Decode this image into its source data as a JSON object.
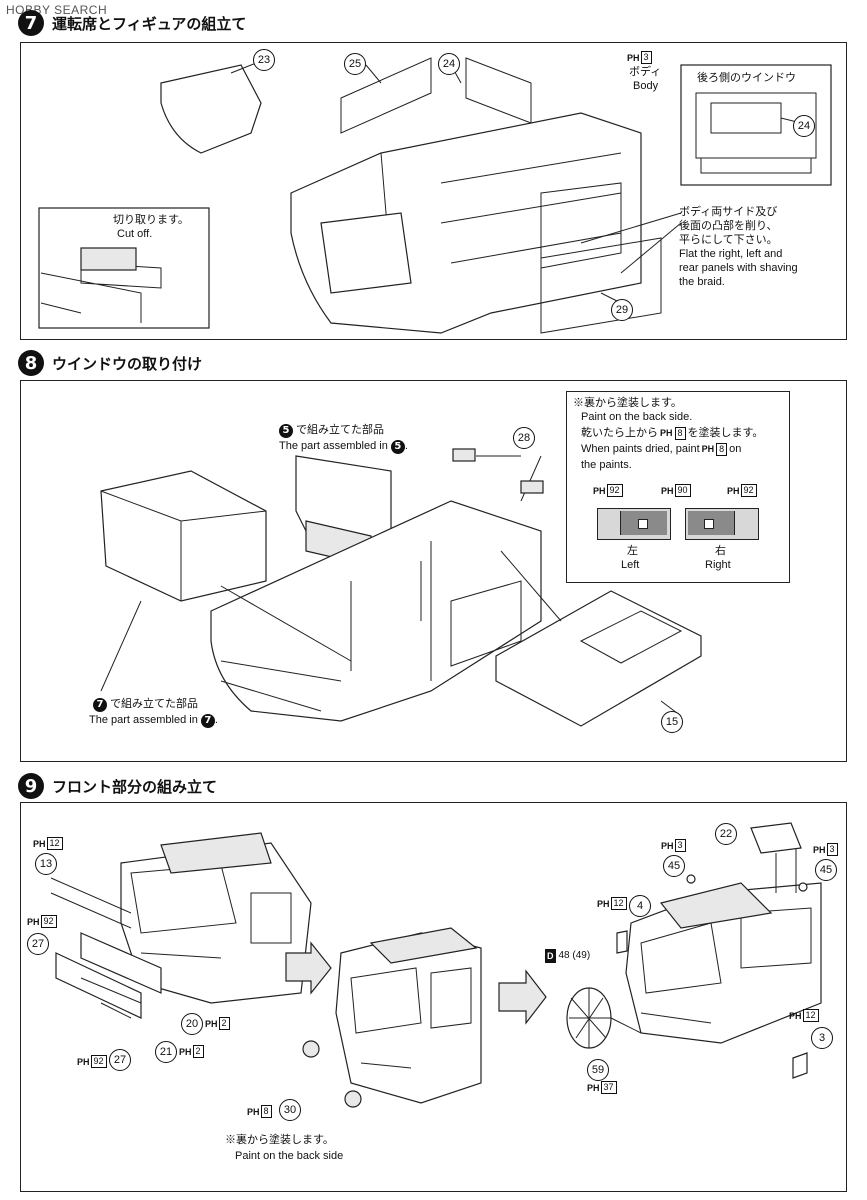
{
  "watermark": "HOBBY SEARCH",
  "step7": {
    "number": "7",
    "title": "運転席とフィギュアの組立て",
    "callouts": [
      "23",
      "25",
      "24",
      "29"
    ],
    "paint_body_code": "3",
    "body_label_ja": "ボディ",
    "body_label_en": "Body",
    "cut_note_ja": "切り取ります。",
    "cut_note_en": "Cut off.",
    "rear_window_label": "後ろ側のウインドウ",
    "rear_window_callout": "24",
    "flat_note_ja": [
      "ボディ両サイド及び",
      "後面の凸部を削り、",
      "平らにして下さい。"
    ],
    "flat_note_en": [
      "Flat the right, left and",
      "rear panels with shaving",
      "the braid."
    ]
  },
  "step8": {
    "number": "8",
    "title": "ウインドウの取り付け",
    "ref5_ja_pre": "5",
    "ref5_ja": "で組み立てた部品",
    "ref5_en": "The part assembled in",
    "ref5_en_num": "5",
    "ref7_ja_pre": "7",
    "ref7_ja": "で組み立てた部品",
    "ref7_en": "The part assembled in",
    "ref7_en_num": "7",
    "callouts": [
      "28",
      "15"
    ],
    "paint_box": {
      "line1": "※裏から塗装します。",
      "line2": "Paint on the back side.",
      "line3_pre": "乾いたら上から",
      "line3_code": "8",
      "line3_post": "を塗装します。",
      "line4_pre": "When paints dried, paint",
      "line4_code": "8",
      "line4_post": "on",
      "line5": "the paints.",
      "codes": [
        "92",
        "90",
        "92"
      ],
      "left_ja": "左",
      "left_en": "Left",
      "right_ja": "右",
      "right_en": "Right"
    }
  },
  "step9": {
    "number": "9",
    "title": "フロント部分の組み立て",
    "left_labels": [
      {
        "ph": "12",
        "part": "13"
      },
      {
        "ph": "92",
        "part": "27"
      },
      {
        "ph": "2",
        "part": "20"
      },
      {
        "ph": "2",
        "part": "21"
      },
      {
        "ph": "92",
        "part": "27"
      }
    ],
    "mid": {
      "ph": "8",
      "part": "30"
    },
    "back_note_ja": "※裏から塗装します。",
    "back_note_en": "Paint on the back side",
    "right_labels": {
      "part22": "22",
      "ph3a": "3",
      "part45a": "45",
      "ph3b": "3",
      "part45b": "45",
      "ph12a": "12",
      "part4": "4",
      "decal_prefix": "D",
      "decal_codes": "48 (49)",
      "part59": "59",
      "ph37": "37",
      "ph12b": "12",
      "part3": "3"
    }
  }
}
